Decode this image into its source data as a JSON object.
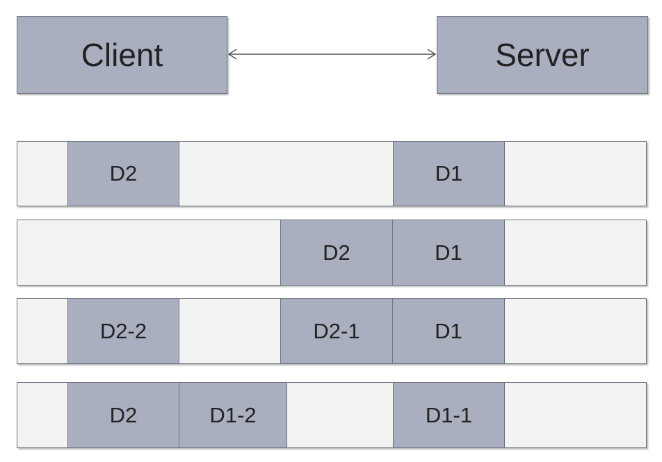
{
  "nodes": {
    "client": "Client",
    "server": "Server"
  },
  "rows": [
    {
      "segments": [
        "D2",
        "D1"
      ]
    },
    {
      "segments": [
        "D2",
        "D1"
      ]
    },
    {
      "segments": [
        "D2-2",
        "D2-1",
        "D1"
      ]
    },
    {
      "segments": [
        "D2",
        "D1-2",
        "D1-1"
      ]
    }
  ],
  "colors": {
    "segment_fill": "#a9afbf",
    "buffer_fill": "#f3f3f3",
    "border": "#6f7380",
    "arrow": "#555555"
  }
}
